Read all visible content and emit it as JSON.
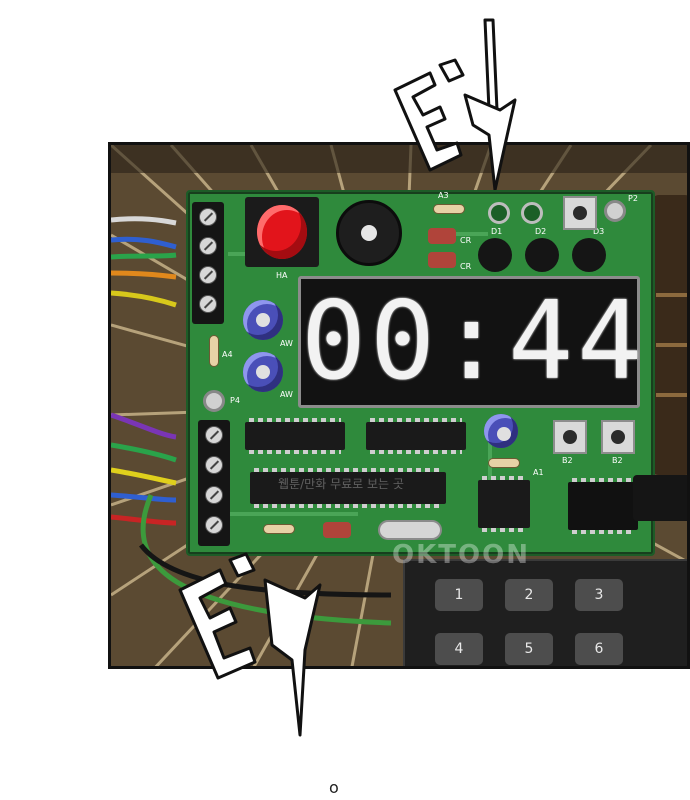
{
  "timer": {
    "digits": "00:44"
  },
  "board_labels": {
    "ha": "HA",
    "a3": "A3",
    "a4": "A4",
    "a1": "A1",
    "p2": "P2",
    "p4": "P4",
    "d1": "D1",
    "d2": "D2",
    "d3": "D3",
    "cr_top": "CR",
    "cr_bottom": "CR",
    "aw_top": "AW",
    "aw_bottom": "AW",
    "b2_left": "B2",
    "b2_right": "B2"
  },
  "keypad": {
    "keys": [
      "1",
      "2",
      "3",
      "4",
      "5",
      "6"
    ]
  },
  "watermark": {
    "text": "OKTOON",
    "subtext": "웹툰/만화 무료로 보는 곳"
  },
  "footer": {
    "mark": "o"
  },
  "colors": {
    "board": "#2f8a3c",
    "button": "#e2141b",
    "capacitor": "#4a4fb8",
    "display": "#121212"
  }
}
